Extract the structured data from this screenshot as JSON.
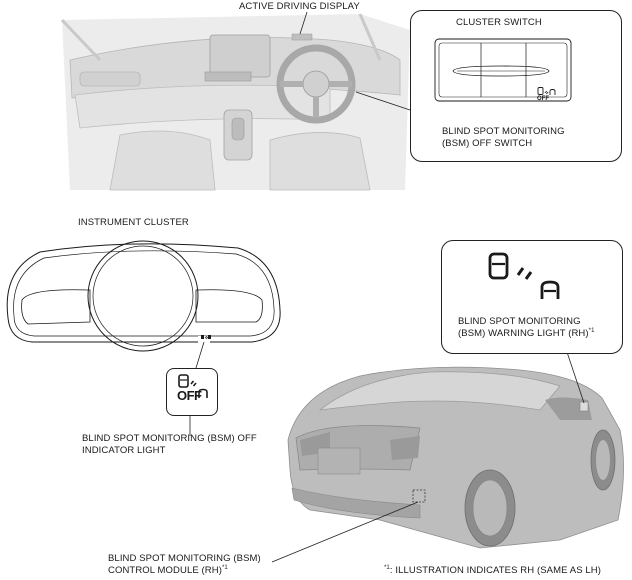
{
  "labels": {
    "active_driving_display": "ACTIVE DRIVING DISPLAY",
    "cluster_switch": "CLUSTER SWITCH",
    "bsm_off_switch_line1": "BLIND SPOT MONITORING",
    "bsm_off_switch_line2": "(BSM) OFF SWITCH",
    "instrument_cluster": "INSTRUMENT CLUSTER",
    "bsm_warning_line1": "BLIND SPOT MONITORING",
    "bsm_warning_line2": "(BSM) WARNING LIGHT (RH)",
    "bsm_warning_mark": "*1",
    "bsm_off_indicator_line1": "BLIND SPOT MONITORING (BSM) OFF",
    "bsm_off_indicator_line2": "INDICATOR LIGHT",
    "control_module_line1": "BLIND SPOT MONITORING (BSM)",
    "control_module_line2": "CONTROL MODULE (RH)",
    "control_module_mark": "*1",
    "footnote_mark": "*1",
    "footnote_text": ": ILLUSTRATION INDICATES RH (SAME AS LH)"
  },
  "icons": {
    "off_text": "OFF"
  }
}
